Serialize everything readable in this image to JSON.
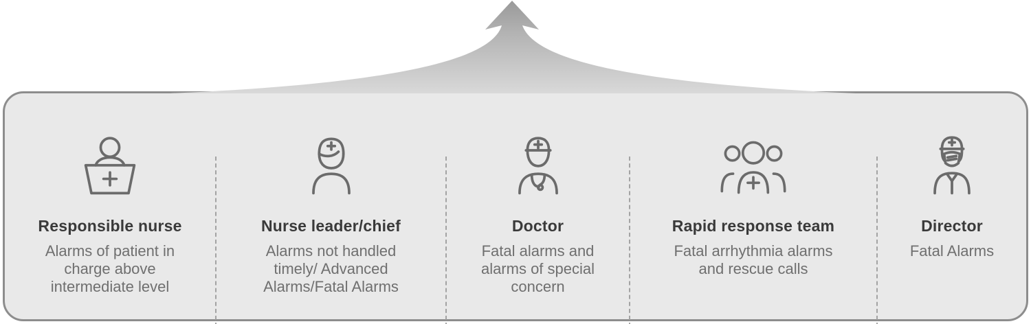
{
  "diagram": {
    "name": "alarm-escalation-hierarchy",
    "arrow": {
      "direction": "up",
      "gradient_top": "#999999",
      "gradient_bottom": "#d9d9d9"
    },
    "colors": {
      "panel_bg": "#e9e9e9",
      "panel_border": "#8d8d8d",
      "icon_stroke": "#6b6b6b",
      "title_color": "#3a3a3a",
      "description_color": "#6f6f6f",
      "divider_color": "#a3a3a3"
    },
    "columns": [
      {
        "icon": "reception-nurse-icon",
        "title": "Responsible nurse",
        "description": "Alarms of patient in charge above intermediate level"
      },
      {
        "icon": "nurse-leader-icon",
        "title": "Nurse leader/chief",
        "description": "Alarms not handled timely/ Advanced Alarms/Fatal Alarms"
      },
      {
        "icon": "doctor-icon",
        "title": "Doctor",
        "description": "Fatal alarms and alarms of special concern"
      },
      {
        "icon": "rapid-response-team-icon",
        "title": "Rapid response team",
        "description": "Fatal arrhythmia alarms and rescue calls"
      },
      {
        "icon": "director-icon",
        "title": "Director",
        "description": "Fatal Alarms"
      }
    ]
  }
}
